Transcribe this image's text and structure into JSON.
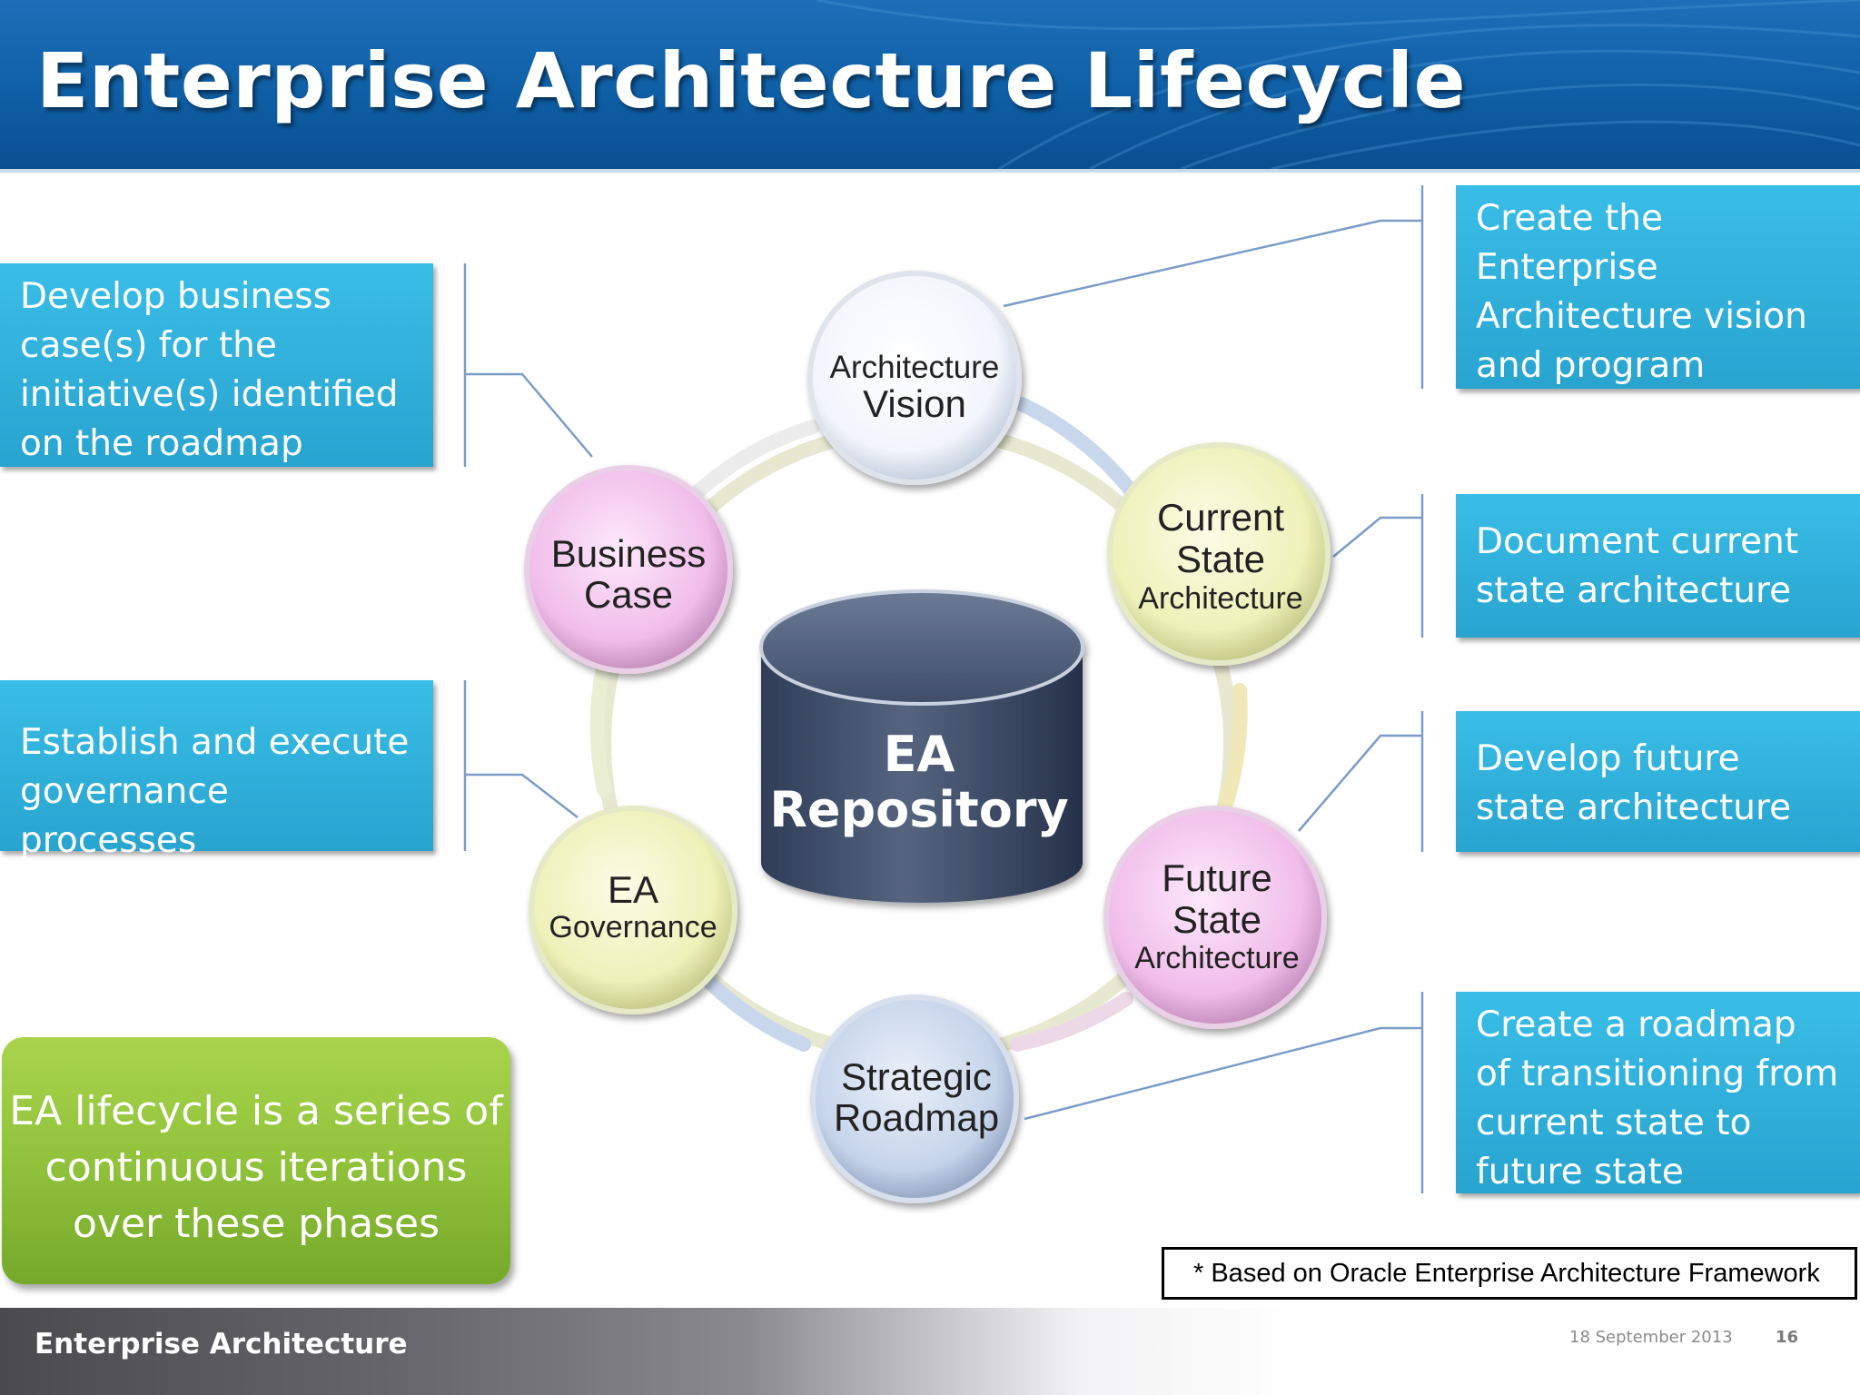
{
  "header": {
    "title": "Enterprise Architecture Lifecycle"
  },
  "callouts": {
    "left": [
      "Develop business case(s) for the initiative(s) identified on the roadmap",
      "Establish and execute governance processes"
    ],
    "right": [
      "Create the Enterprise Architecture vision and program structure",
      "Document current state architecture",
      "Develop future state architecture",
      "Create a roadmap of transitioning from current state to future state"
    ]
  },
  "summary": "EA lifecycle is a series of continuous iterations over these phases",
  "diagram": {
    "repository": {
      "line1": "EA",
      "line2": "Repository"
    },
    "phases": [
      {
        "id": "architecture-vision",
        "lines": [
          "Architecture",
          "Vision"
        ],
        "color": "#eef3fb"
      },
      {
        "id": "current-state",
        "lines": [
          "Current",
          "State",
          "Architecture"
        ],
        "color": "#f1f3c6"
      },
      {
        "id": "future-state",
        "lines": [
          "Future",
          "State",
          "Architecture"
        ],
        "color": "#f3c6ee"
      },
      {
        "id": "strategic-roadmap",
        "lines": [
          "Strategic",
          "Roadmap"
        ],
        "color": "#cfdcef"
      },
      {
        "id": "ea-governance",
        "lines": [
          "EA",
          "Governance"
        ],
        "color": "#f1f3c6"
      },
      {
        "id": "business-case",
        "lines": [
          "Business",
          "Case"
        ],
        "color": "#f3c6ee"
      }
    ]
  },
  "footnote": "* Based on Oracle Enterprise Architecture Framework",
  "footer": {
    "title": "Enterprise Architecture",
    "date": "18 September 2013",
    "page": "16"
  }
}
